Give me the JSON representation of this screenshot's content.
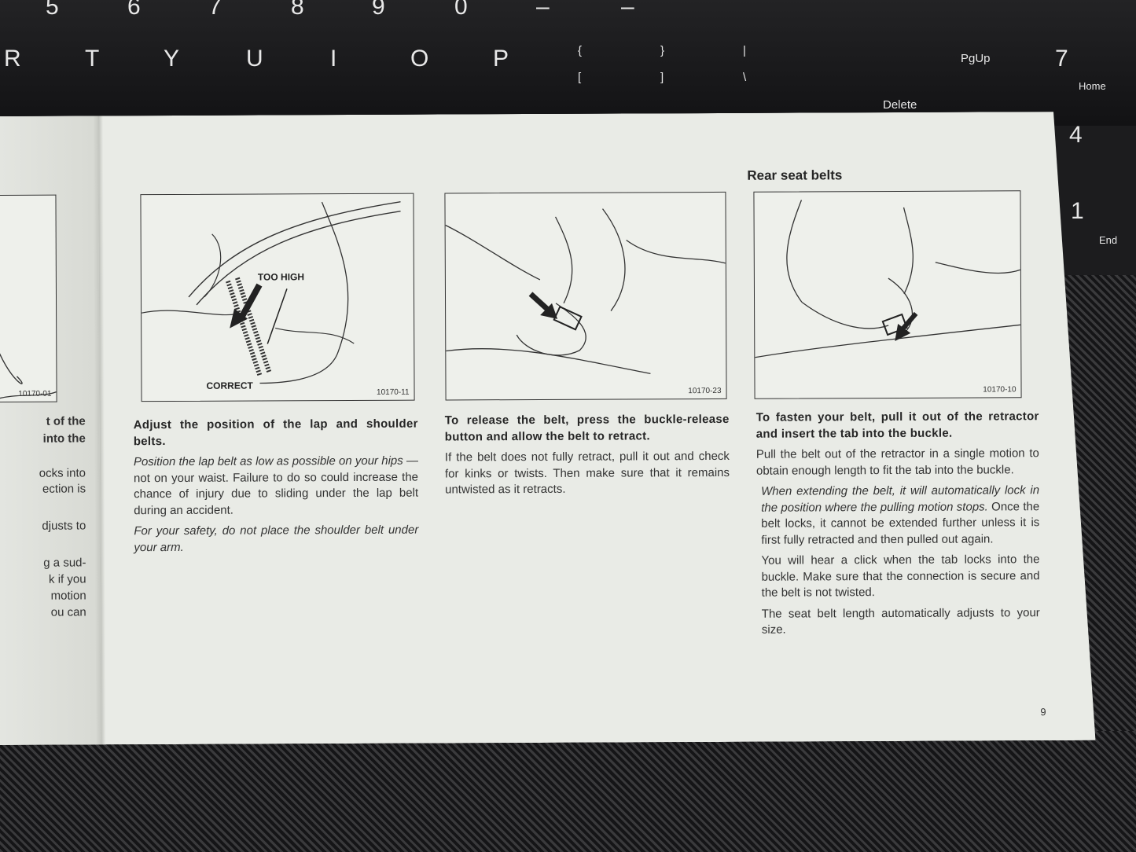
{
  "keyboard": {
    "top_row": [
      "5",
      "6",
      "7",
      "8",
      "9",
      "0",
      "–",
      "–"
    ],
    "letter_row": [
      "R",
      "T",
      "Y",
      "U",
      "I",
      "O",
      "P"
    ],
    "brackets": [
      "{",
      "}",
      "[",
      "]"
    ],
    "pipe": [
      "|",
      "\\"
    ],
    "pgup": "PgUp",
    "delete": "Delete",
    "num7": "7",
    "home": "Home",
    "num4": "4",
    "num1": "1",
    "end": "End"
  },
  "left_page": {
    "lines": [
      "t of the",
      "into the",
      "ocks into",
      "ection is",
      "djusts to",
      "g a sud-",
      "k if you",
      "motion",
      "ou can"
    ]
  },
  "illustrations": [
    {
      "code": "10170-01"
    },
    {
      "code": "10170-11",
      "labels": [
        "TOO HIGH",
        "CORRECT"
      ]
    },
    {
      "code": "10170-23"
    },
    {
      "code": "10170-10"
    }
  ],
  "column1": {
    "bold": "Adjust the position of the lap and shoulder belts.",
    "p1_italic": "Position the lap belt as low as possible on your hips",
    "p1_rest": " —not on your waist. Failure to do so could increase the chance of injury due to sliding under the lap belt during an accident.",
    "p2_italic": "For your safety, do not place the shoulder belt under your arm."
  },
  "column2": {
    "bold": "To release the belt, press the buckle-release button and allow the belt to retract.",
    "p1": "If the belt does not fully retract, pull it out and check for kinks or twists. Then make sure that it remains untwisted as it retracts."
  },
  "column3": {
    "heading": "Rear seat belts",
    "bold": "To fasten your belt, pull it out of the retractor and insert the tab into the buckle.",
    "p1": "Pull the belt out of the retractor in a single motion to obtain enough length to fit the tab into the buckle.",
    "p2_italic": "When extending the belt, it will automatically lock in the position where the pulling motion stops.",
    "p2_rest": " Once the belt locks, it cannot be extended further unless it is first fully retracted and then pulled out again.",
    "p3": "You will hear a click when the tab locks into the buckle. Make sure that the connection is secure and the belt is not twisted.",
    "p4": "The seat belt length automatically adjusts to your size."
  },
  "page_number": "9"
}
